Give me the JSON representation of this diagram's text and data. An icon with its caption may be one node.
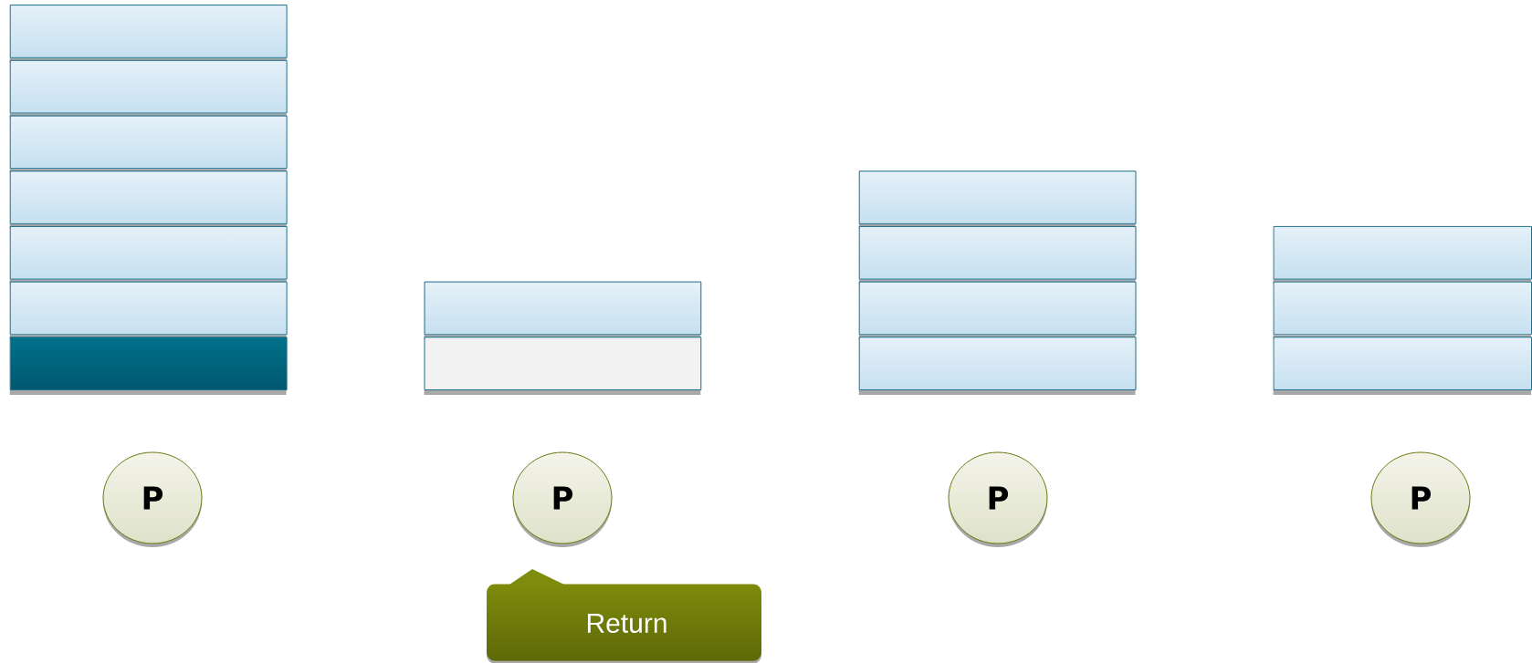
{
  "diagram": {
    "nodes": [
      {
        "text": [],
        "shape": "box"
      },
      {
        "text": [],
        "shape": "box"
      },
      {
        "text": [],
        "shape": "box"
      },
      {
        "text": [],
        "shape": "box"
      },
      {
        "text": [],
        "shape": "box"
      },
      {
        "text": [],
        "shape": "box"
      },
      {
        "text": [],
        "shape": "box"
      },
      {
        "text": [],
        "shape": "box"
      },
      {
        "text": [],
        "shape": "box"
      },
      {
        "text": [],
        "shape": "box"
      },
      {
        "text": [],
        "shape": "box"
      },
      {
        "text": [],
        "shape": "box"
      },
      {
        "text": [],
        "shape": "box"
      },
      {
        "text": [],
        "shape": "box"
      },
      {
        "text": [],
        "shape": "box"
      },
      {
        "text": [],
        "shape": "box"
      },
      {
        "text": [
          "P"
        ]
      },
      {
        "text": [
          "P"
        ]
      },
      {
        "text": [
          "P"
        ]
      },
      {
        "text": [
          "P"
        ]
      },
      {
        "text": [
          "Return"
        ]
      }
    ]
  }
}
